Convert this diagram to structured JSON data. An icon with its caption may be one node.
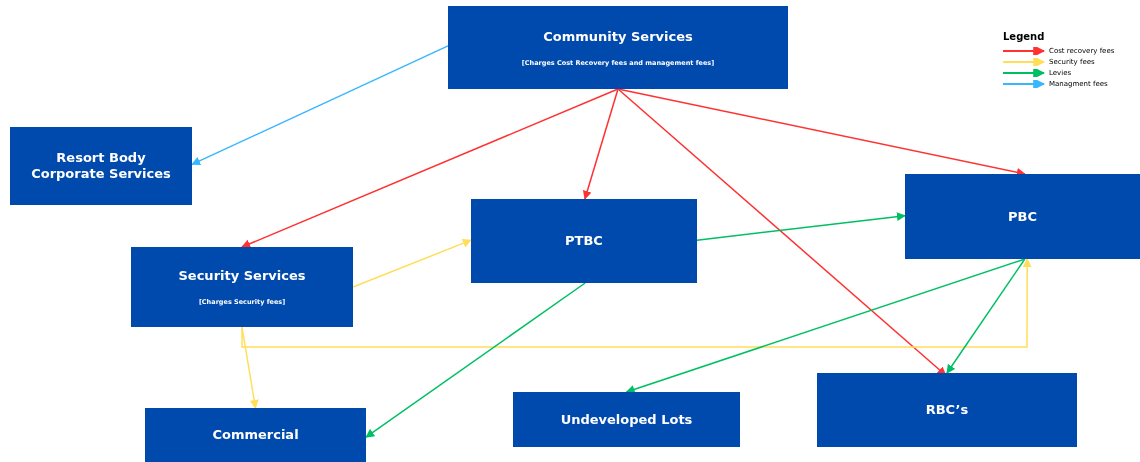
{
  "diagram": {
    "nodes": [
      {
        "text": [
          "Community Services",
          "[Charges Cost Recovery fees and management fees]"
        ]
      },
      {
        "text": [
          "Resort Body Corporate Services"
        ]
      },
      {
        "text": [
          "Security Services",
          "[Charges Security fees]"
        ]
      },
      {
        "text": [
          "PTBC"
        ]
      },
      {
        "text": [
          "PBC"
        ]
      },
      {
        "text": [
          "Commercial"
        ]
      },
      {
        "text": [
          "Undeveloped Lots"
        ]
      },
      {
        "text": [
          "RBC’s"
        ]
      }
    ],
    "edges": [
      {
        "from": 0,
        "to": 1,
        "arrow": "to",
        "color": "#38b6ff"
      },
      {
        "from": 0,
        "to": 2,
        "arrow": "to",
        "color": "#ff3131"
      },
      {
        "from": 0,
        "to": 3,
        "arrow": "to",
        "color": "#ff3131"
      },
      {
        "from": 0,
        "to": 7,
        "arrow": "to",
        "color": "#ff3131"
      },
      {
        "from": 0,
        "to": 4,
        "arrow": "to",
        "color": "#ff3131"
      },
      {
        "from": 2,
        "to": 3,
        "arrow": "to",
        "color": "#ffde59"
      },
      {
        "from": 2,
        "to": 5,
        "arrow": "to",
        "color": "#ffde59"
      },
      {
        "from": 2,
        "to": 4,
        "arrow": "to",
        "color": "#ffde59"
      },
      {
        "from": 3,
        "to": 4,
        "arrow": "to",
        "color": "#00bf63"
      },
      {
        "from": 3,
        "to": 5,
        "arrow": "to",
        "color": "#00bf63"
      },
      {
        "from": 4,
        "to": 6,
        "arrow": "to",
        "color": "#00bf63"
      },
      {
        "from": 4,
        "to": 7,
        "arrow": "to",
        "color": "#00bf63"
      }
    ],
    "labels": [
      "Legend"
    ],
    "legend": [
      {
        "text": "Cost recovery fees",
        "color": "#ff3131"
      },
      {
        "text": "Security fees",
        "color": "#ffde59"
      },
      {
        "text": "Levies",
        "color": "#00bf63"
      },
      {
        "text": "Managment fees",
        "color": "#38b6ff"
      }
    ]
  }
}
